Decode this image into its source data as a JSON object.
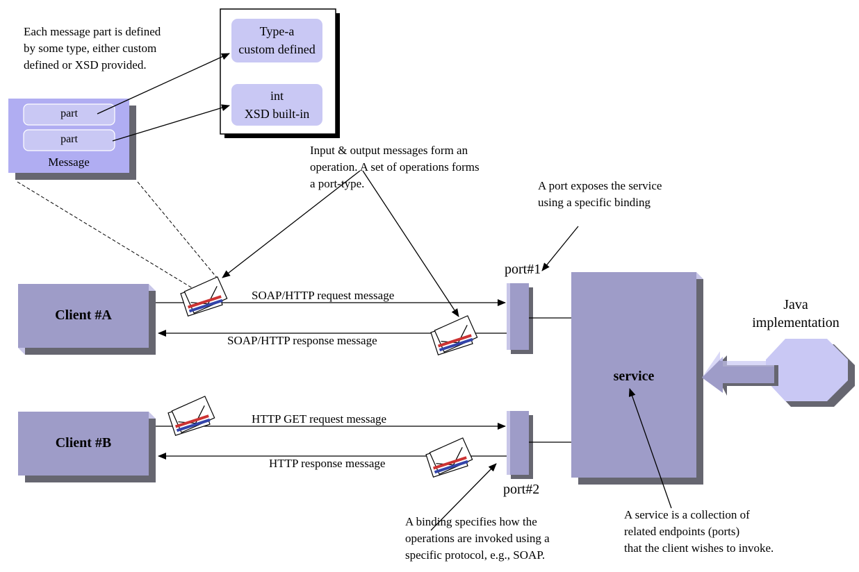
{
  "notes": {
    "message_part": "Each message part is defined\nby some type, either custom\ndefined or XSD provided.",
    "operation": "Input & output messages form an\noperation. A set of operations forms\na port-type.",
    "port": "A port exposes the service\nusing a specific binding",
    "binding": "A binding specifies how the\noperations are invoked using a\nspecific protocol, e.g., SOAP.",
    "service": "A service is a collection of\nrelated endpoints (ports)\nthat the client wishes to invoke."
  },
  "types": {
    "custom": "Type-a\ncustom defined",
    "builtin": "int\nXSD built-in"
  },
  "message": {
    "title": "Message",
    "parts": [
      "part",
      "part"
    ]
  },
  "clients": {
    "a": "Client #A",
    "b": "Client #B"
  },
  "ports": {
    "p1": "port#1",
    "p2": "port#2"
  },
  "service": {
    "label": "service",
    "impl": "Java\nimplementation"
  },
  "messages": {
    "soap_request": "SOAP/HTTP request message",
    "soap_response": "SOAP/HTTP response message",
    "get_request": "HTTP GET request message",
    "http_response": "HTTP response message"
  },
  "colors": {
    "box_face": "#9e9cc8",
    "box_shadow": "#6b6b78",
    "box_edge": "#c8c6e8",
    "message_face": "#b0adf2",
    "type_face": "#c9c8f4"
  }
}
